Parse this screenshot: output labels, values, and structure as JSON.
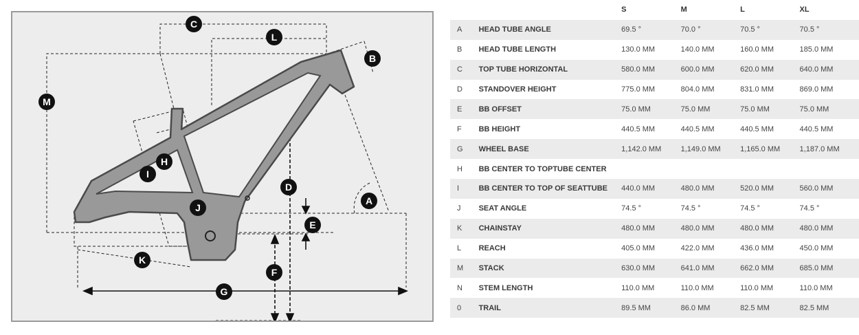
{
  "diagram": {
    "callouts": [
      "A",
      "B",
      "C",
      "D",
      "E",
      "F",
      "G",
      "H",
      "I",
      "J",
      "K",
      "L",
      "M"
    ]
  },
  "table": {
    "headers": [
      "",
      "",
      "S",
      "M",
      "L",
      "XL"
    ],
    "rows": [
      {
        "code": "A",
        "label": "HEAD TUBE ANGLE",
        "values": [
          "69.5 °",
          "70.0 °",
          "70.5 °",
          "70.5 °"
        ]
      },
      {
        "code": "B",
        "label": "HEAD TUBE LENGTH",
        "values": [
          "130.0 MM",
          "140.0 MM",
          "160.0 MM",
          "185.0 MM"
        ]
      },
      {
        "code": "C",
        "label": "TOP TUBE HORIZONTAL",
        "values": [
          "580.0 MM",
          "600.0 MM",
          "620.0 MM",
          "640.0 MM"
        ]
      },
      {
        "code": "D",
        "label": "STANDOVER HEIGHT",
        "values": [
          "775.0 MM",
          "804.0 MM",
          "831.0 MM",
          "869.0 MM"
        ]
      },
      {
        "code": "E",
        "label": "BB OFFSET",
        "values": [
          "75.0 MM",
          "75.0 MM",
          "75.0 MM",
          "75.0 MM"
        ]
      },
      {
        "code": "F",
        "label": "BB HEIGHT",
        "values": [
          "440.5 MM",
          "440.5 MM",
          "440.5 MM",
          "440.5 MM"
        ]
      },
      {
        "code": "G",
        "label": "WHEEL BASE",
        "values": [
          "1,142.0 MM",
          "1,149.0 MM",
          "1,165.0 MM",
          "1,187.0 MM"
        ]
      },
      {
        "code": "H",
        "label": "BB CENTER TO TOPTUBE CENTER",
        "values": [
          "",
          "",
          "",
          ""
        ]
      },
      {
        "code": "I",
        "label": "BB CENTER TO TOP OF SEATTUBE",
        "values": [
          "440.0 MM",
          "480.0 MM",
          "520.0 MM",
          "560.0 MM"
        ]
      },
      {
        "code": "J",
        "label": "SEAT ANGLE",
        "values": [
          "74.5 °",
          "74.5 °",
          "74.5 °",
          "74.5 °"
        ]
      },
      {
        "code": "K",
        "label": "CHAINSTAY",
        "values": [
          "480.0 MM",
          "480.0 MM",
          "480.0 MM",
          "480.0 MM"
        ]
      },
      {
        "code": "L",
        "label": "REACH",
        "values": [
          "405.0 MM",
          "422.0 MM",
          "436.0 MM",
          "450.0 MM"
        ]
      },
      {
        "code": "M",
        "label": "STACK",
        "values": [
          "630.0 MM",
          "641.0 MM",
          "662.0 MM",
          "685.0 MM"
        ]
      },
      {
        "code": "N",
        "label": "STEM LENGTH",
        "values": [
          "110.0 MM",
          "110.0 MM",
          "110.0 MM",
          "110.0 MM"
        ]
      },
      {
        "code": "0",
        "label": "TRAIL",
        "values": [
          "89.5 MM",
          "86.0 MM",
          "82.5 MM",
          "82.5 MM"
        ]
      }
    ]
  }
}
